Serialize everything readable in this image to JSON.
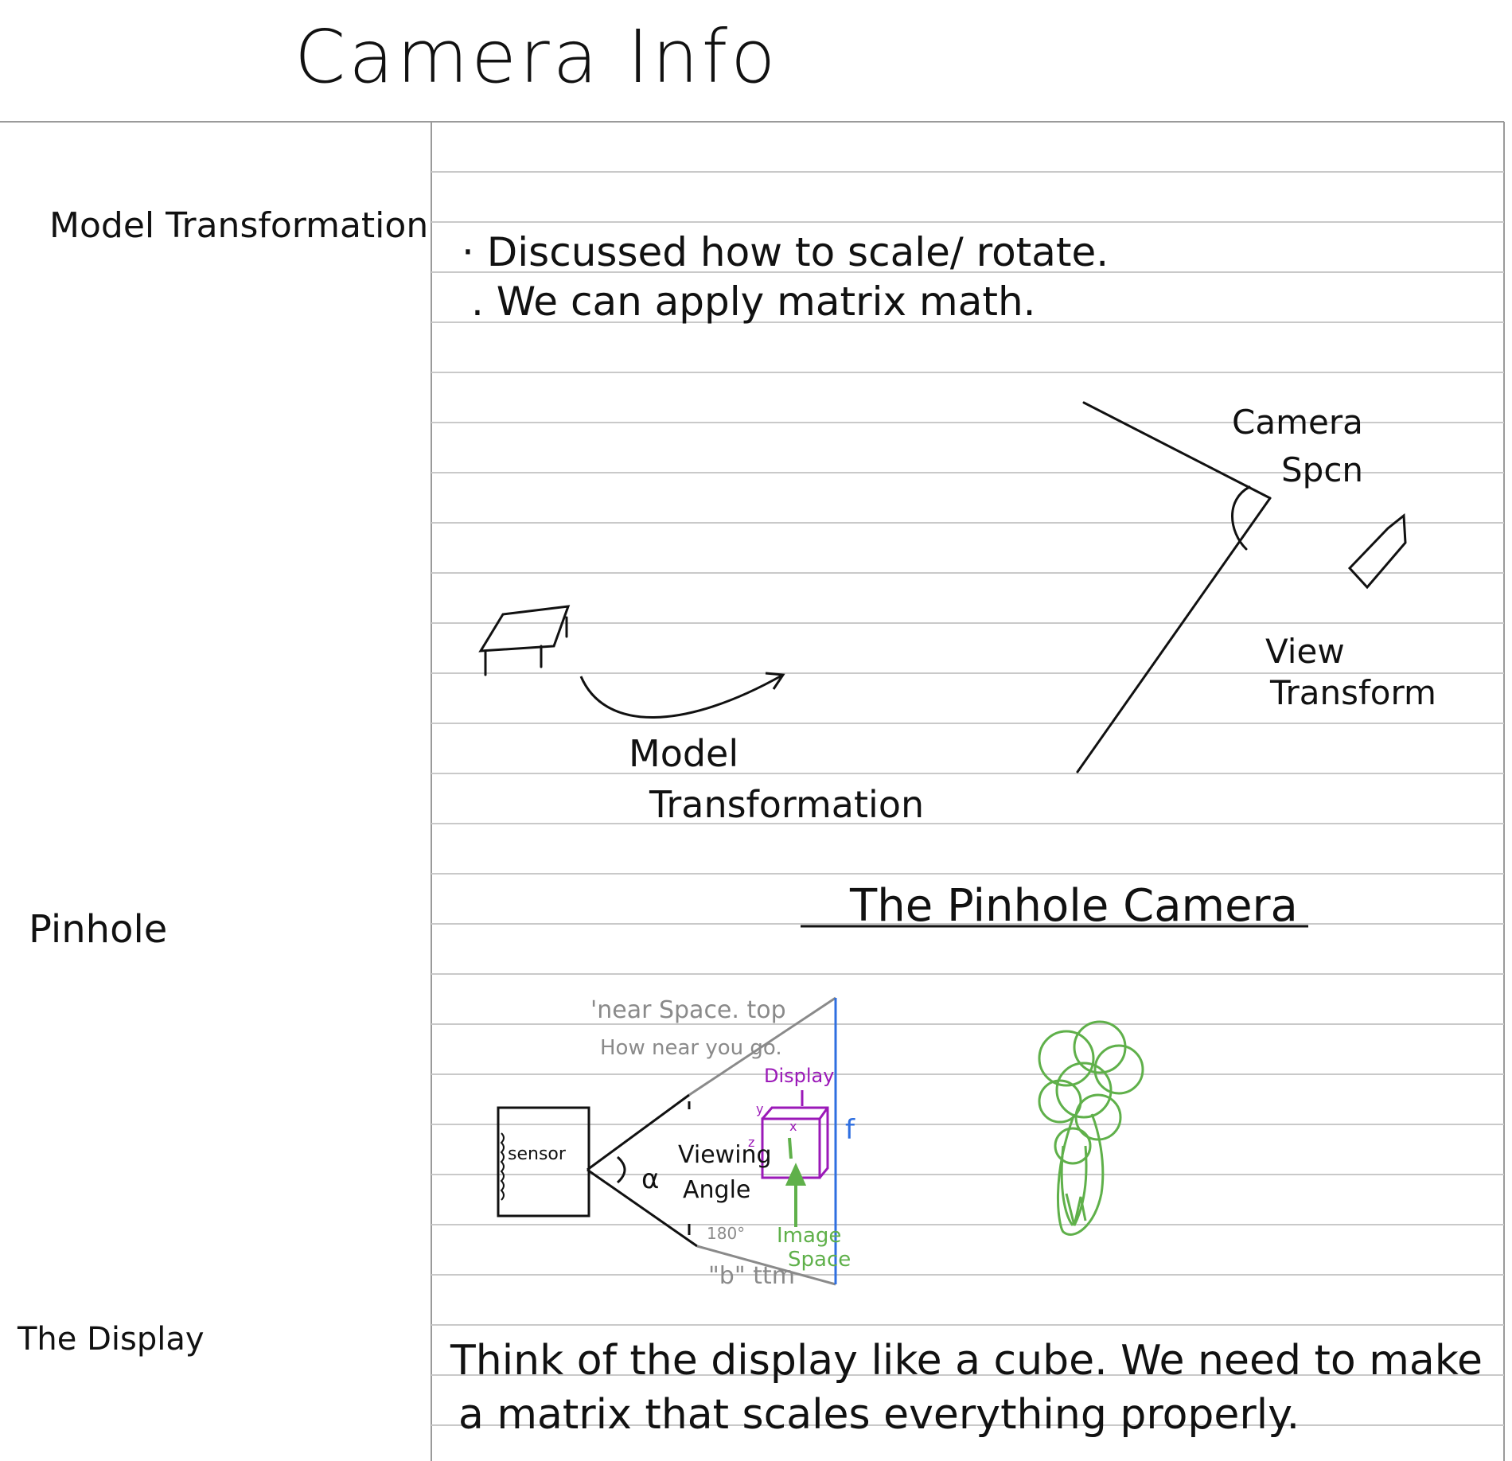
{
  "page": {
    "title": "Camera Info",
    "cues": {
      "model_transformation": "Model Transformation",
      "pinhole": "Pinhole",
      "the_display": "The Display"
    },
    "notes": {
      "bullet1": "· Discussed how to scale/ rotate.",
      "bullet2": ". We can apply matrix math.",
      "display_line1": "Think of the display like a cube. We need to make",
      "display_line2": "a matrix that scales everything properly."
    },
    "sketch1": {
      "camera_space_1": "Camera",
      "camera_space_2": "Spcn",
      "view_1": "View",
      "view_2": "Transform",
      "model_1": "Model",
      "model_2": "Transformation"
    },
    "sketch2": {
      "heading": "The Pinhole Camera",
      "near_1": "'near Space. top",
      "near_2": "How near you go.",
      "bottom": "\"b\" ttm",
      "degrees": "180°",
      "sensor": "sensor",
      "alpha": "α",
      "viewing_1": "Viewing",
      "viewing_2": "Angle",
      "display": "Display",
      "axis_y": "y",
      "axis_z": "z",
      "axis_x": "x",
      "image_1": "Image",
      "image_2": "Space",
      "f": "f"
    },
    "colors": {
      "ink": "#111111",
      "rule_lines": "#c9c9c9",
      "grey_ink": "#8a8a8a",
      "purple_ink": "#9b19b8",
      "green_ink": "#5fb04a",
      "blue_ink": "#2f6fe0"
    }
  }
}
